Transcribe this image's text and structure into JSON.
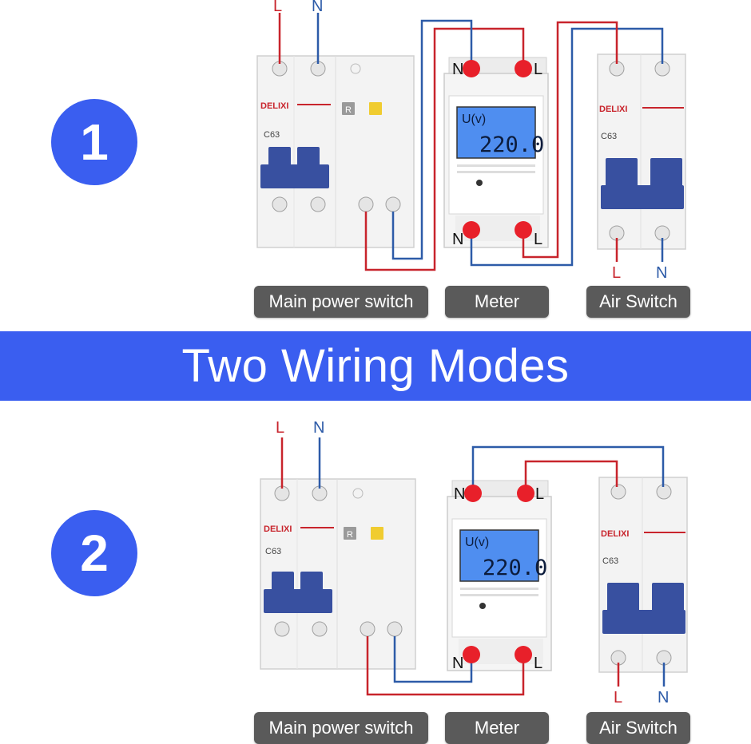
{
  "banner": {
    "title": "Two Wiring Modes"
  },
  "colors": {
    "accent": "#3a5ef0",
    "wire_live": "#c8242c",
    "wire_neutral": "#2d5ba8",
    "lcd": "#4f8ef0",
    "breaker_blue": "#3850a0",
    "label_bg": "#5a5a5a"
  },
  "labels": {
    "main": "Main power switch",
    "meter": "Meter",
    "air": "Air Switch"
  },
  "terminals": {
    "live": "L",
    "neutral": "N"
  },
  "devices": {
    "brand": "DELIXI",
    "rating": "C63",
    "test_button": "R",
    "lcd_unit": "U(v)",
    "lcd_value": "220.0"
  },
  "modes": [
    {
      "number": "1"
    },
    {
      "number": "2"
    }
  ]
}
